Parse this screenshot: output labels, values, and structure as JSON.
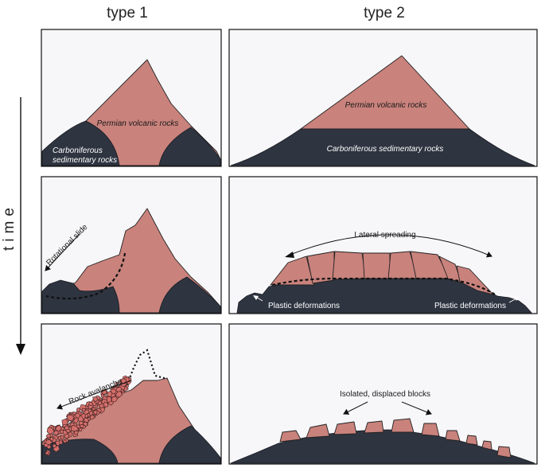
{
  "columns": {
    "type1": "type 1",
    "type2": "type 2"
  },
  "axis": {
    "time": "time"
  },
  "labels": {
    "permian_1": "Permian volcanic rocks",
    "carbon_1a": "Carboniferous",
    "carbon_1b": "sedimentary rocks",
    "permian_2": "Permian volcanic rocks",
    "carbon_2": "Carboniferous sedimentary rocks",
    "rotational_slide": "Rotational slide",
    "lateral_spreading": "Lateral spreading",
    "plastic_left": "Plastic deformations",
    "plastic_right": "Plastic deformations",
    "rock_avalanche": "Rock avalanche",
    "isolated_blocks": "Isolated, displaced blocks"
  },
  "colors": {
    "volcanic": "#c9827c",
    "sedimentary": "#2e3440",
    "background": "#f7f7f9"
  }
}
